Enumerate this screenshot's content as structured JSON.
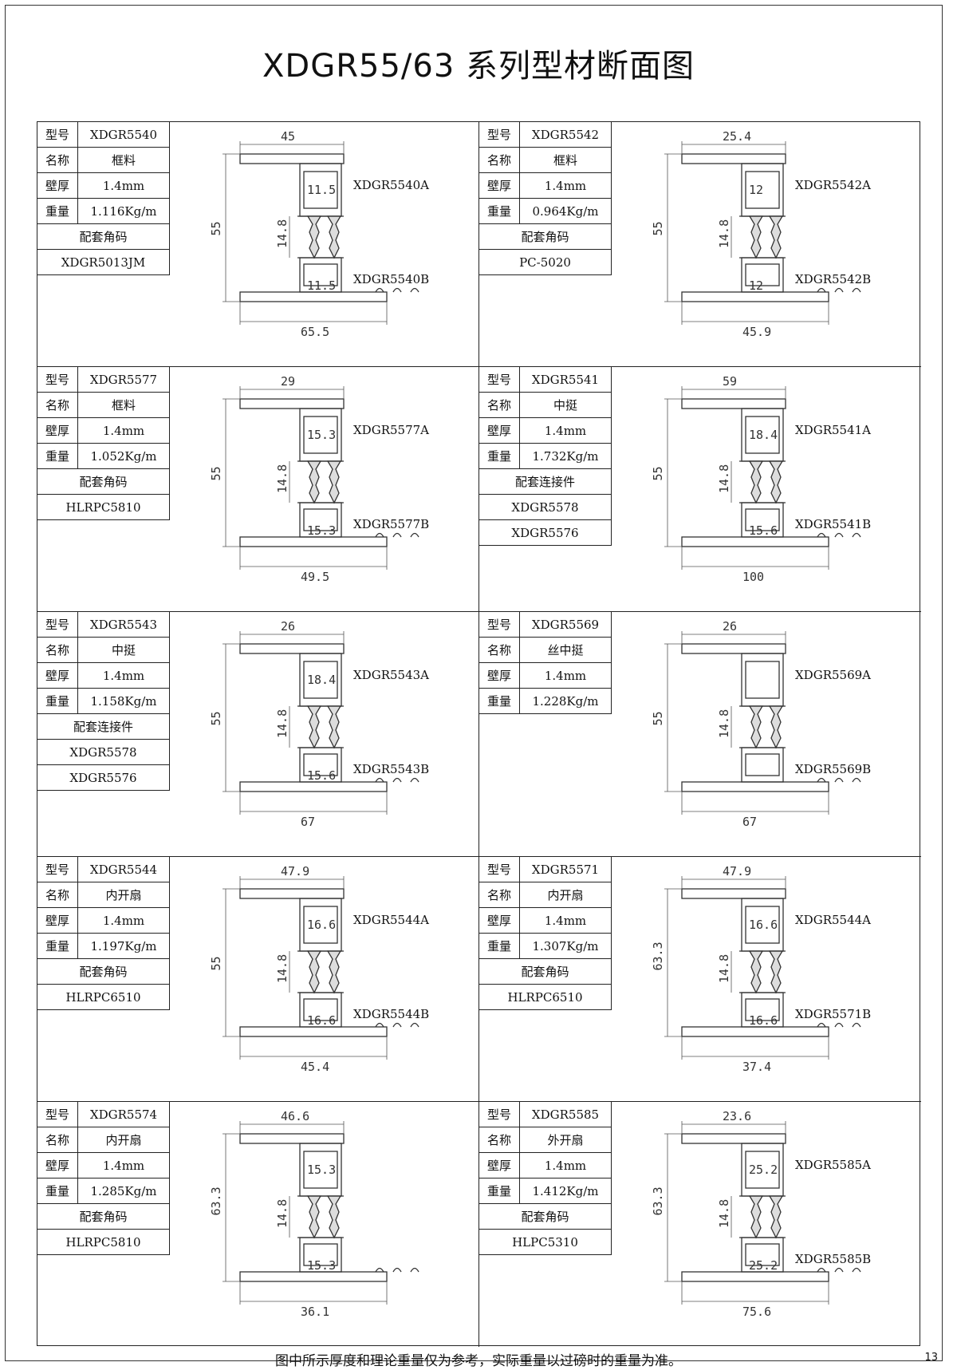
{
  "title": "XDGR55/63 系列型材断面图",
  "footer_note": "图中所示厚度和理论重量仅为参考，实际重量以过磅时的重量为准。",
  "page_number": "13",
  "field_labels": {
    "model": "型号",
    "name": "名称",
    "wall": "壁厚",
    "weight": "重量"
  },
  "profiles": [
    {
      "model": "XDGR5540",
      "name": "框料",
      "wall": "1.4mm",
      "weight": "1.116Kg/m",
      "accessory_title": "配套角码",
      "accessories": [
        "XDGR5013JM"
      ],
      "part_a": "XDGR5540A",
      "part_b": "XDGR5540B",
      "dims": {
        "top": "45",
        "bottom": "65.5",
        "height": "55",
        "mid": "14.8",
        "a": "11.5",
        "b": "11.5"
      }
    },
    {
      "model": "XDGR5542",
      "name": "框料",
      "wall": "1.4mm",
      "weight": "0.964Kg/m",
      "accessory_title": "配套角码",
      "accessories": [
        "PC-5020"
      ],
      "part_a": "XDGR5542A",
      "part_b": "XDGR5542B",
      "dims": {
        "top": "25.4",
        "bottom": "45.9",
        "height": "55",
        "mid": "14.8",
        "a": "12",
        "b": "12"
      }
    },
    {
      "model": "XDGR5577",
      "name": "框料",
      "wall": "1.4mm",
      "weight": "1.052Kg/m",
      "accessory_title": "配套角码",
      "accessories": [
        "HLRPC5810"
      ],
      "part_a": "XDGR5577A",
      "part_b": "XDGR5577B",
      "dims": {
        "top": "29",
        "bottom": "49.5",
        "height": "55",
        "mid": "14.8",
        "a": "15.3",
        "b": "15.3"
      }
    },
    {
      "model": "XDGR5541",
      "name": "中挺",
      "wall": "1.4mm",
      "weight": "1.732Kg/m",
      "accessory_title": "配套连接件",
      "accessories": [
        "XDGR5578",
        "XDGR5576"
      ],
      "part_a": "XDGR5541A",
      "part_b": "XDGR5541B",
      "dims": {
        "top": "59",
        "bottom": "100",
        "height": "55",
        "mid": "14.8",
        "a": "18.4",
        "b": "15.6"
      }
    },
    {
      "model": "XDGR5543",
      "name": "中挺",
      "wall": "1.4mm",
      "weight": "1.158Kg/m",
      "accessory_title": "配套连接件",
      "accessories": [
        "XDGR5578",
        "XDGR5576"
      ],
      "part_a": "XDGR5543A",
      "part_b": "XDGR5543B",
      "dims": {
        "top": "26",
        "bottom": "67",
        "height": "55",
        "mid": "14.8",
        "a": "18.4",
        "b": "15.6"
      }
    },
    {
      "model": "XDGR5569",
      "name": "丝中挺",
      "wall": "1.4mm",
      "weight": "1.228Kg/m",
      "accessory_title": "",
      "accessories": [],
      "part_a": "XDGR5569A",
      "part_b": "XDGR5569B",
      "dims": {
        "top": "26",
        "bottom": "67",
        "height": "55",
        "mid": "14.8",
        "a": "",
        "b": ""
      }
    },
    {
      "model": "XDGR5544",
      "name": "内开扇",
      "wall": "1.4mm",
      "weight": "1.197Kg/m",
      "accessory_title": "配套角码",
      "accessories": [
        "HLRPC6510"
      ],
      "part_a": "XDGR5544A",
      "part_b": "XDGR5544B",
      "dims": {
        "top": "47.9",
        "bottom": "45.4",
        "height": "55",
        "mid": "14.8",
        "a": "16.6",
        "b": "16.6"
      }
    },
    {
      "model": "XDGR5571",
      "name": "内开扇",
      "wall": "1.4mm",
      "weight": "1.307Kg/m",
      "accessory_title": "配套角码",
      "accessories": [
        "HLRPC6510"
      ],
      "part_a": "XDGR5544A",
      "part_b": "XDGR5571B",
      "dims": {
        "top": "47.9",
        "bottom": "37.4",
        "height": "63.3",
        "mid": "14.8",
        "a": "16.6",
        "b": "16.6"
      }
    },
    {
      "model": "XDGR5574",
      "name": "内开扇",
      "wall": "1.4mm",
      "weight": "1.285Kg/m",
      "accessory_title": "配套角码",
      "accessories": [
        "HLRPC5810"
      ],
      "part_a": "",
      "part_b": "",
      "dims": {
        "top": "46.6",
        "bottom": "36.1",
        "height": "63.3",
        "mid": "14.8",
        "a": "15.3",
        "b": "15.3"
      }
    },
    {
      "model": "XDGR5585",
      "name": "外开扇",
      "wall": "1.4mm",
      "weight": "1.412Kg/m",
      "accessory_title": "配套角码",
      "accessories": [
        "HLPC5310"
      ],
      "part_a": "XDGR5585A",
      "part_b": "XDGR5585B",
      "dims": {
        "top": "23.6",
        "bottom": "75.6",
        "height": "63.3",
        "mid": "14.8",
        "a": "25.2",
        "b": "25.2"
      }
    }
  ]
}
